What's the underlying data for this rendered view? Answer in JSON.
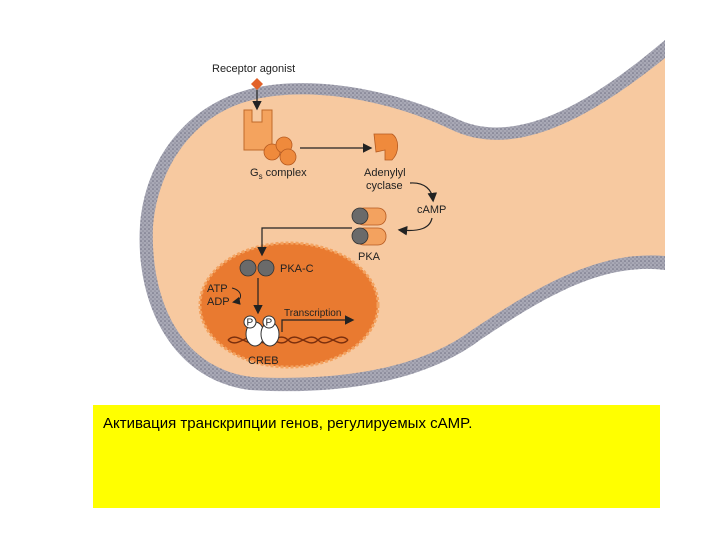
{
  "diagram": {
    "labels": {
      "receptor_agonist": "Receptor agonist",
      "gs_complex_main": "G",
      "gs_complex_sub": "s",
      "gs_complex_rest": " complex",
      "adenylyl_line1": "Adenylyl",
      "adenylyl_line2": "cyclase",
      "camp": "cAMP",
      "pka": "PKA",
      "pka_c": "PKA-C",
      "atp": "ATP",
      "adp": "ADP",
      "transcription": "Transcription",
      "creb": "CREB",
      "phosphate": "P"
    }
  },
  "caption": {
    "text": "Активация транскрипции генов, регулируемых cAMP."
  }
}
